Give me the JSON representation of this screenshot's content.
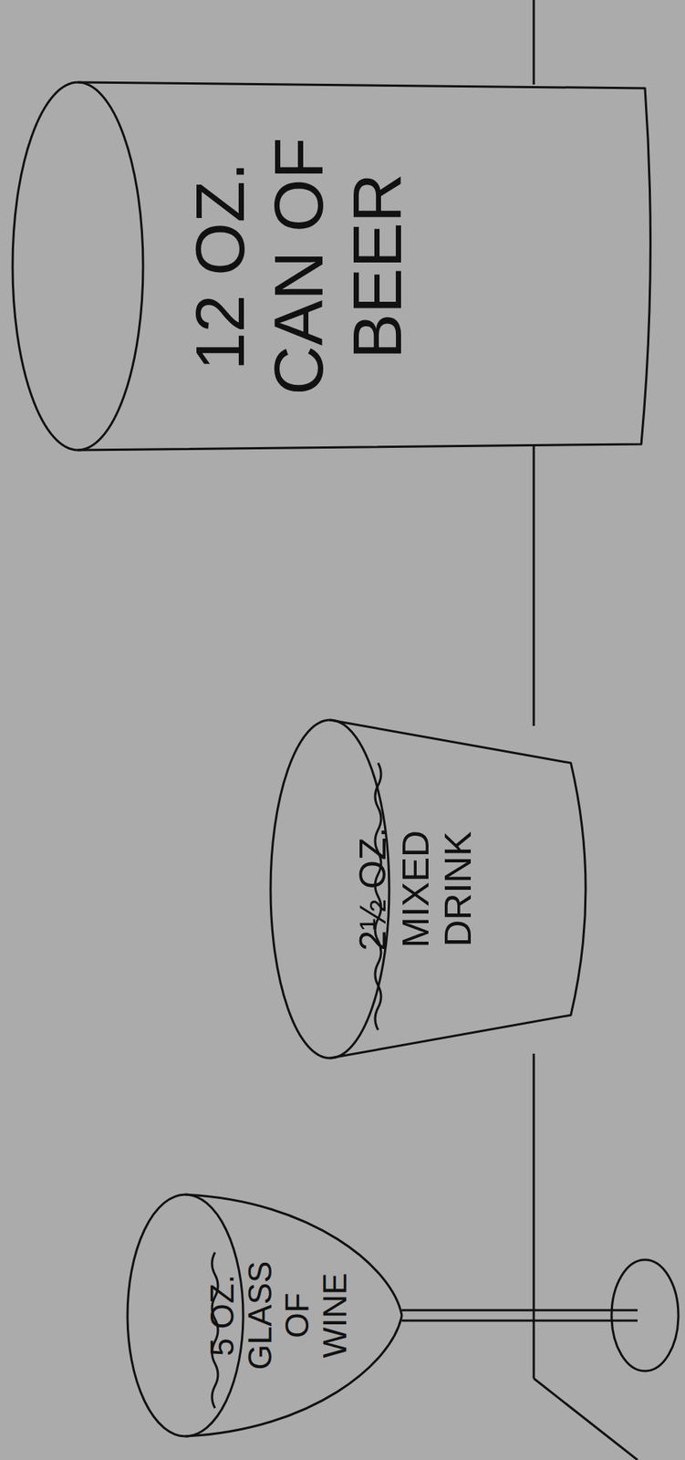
{
  "diagram": {
    "nodes": [
      {
        "text": [
          "5 OZ. GLASS OF WINE"
        ]
      },
      {
        "text": [
          "2½ OZ. MIXED DRINK"
        ]
      },
      {
        "text": [
          "12 OZ. CAN OF BEER"
        ]
      }
    ]
  }
}
